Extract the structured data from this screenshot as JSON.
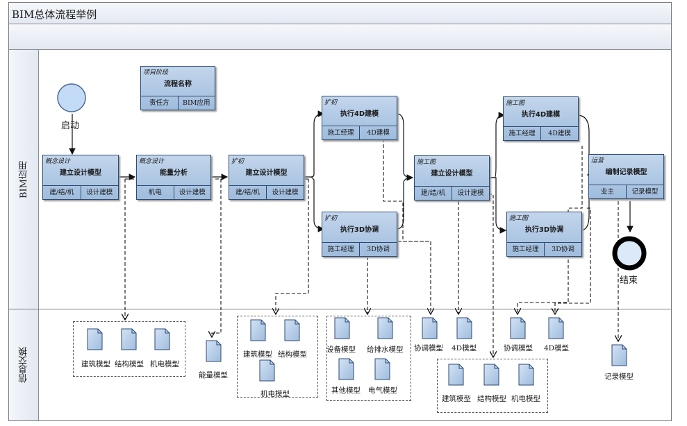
{
  "title": "BIM总体流程举例",
  "lanes": {
    "bim": "BIM应用",
    "info": "信息交换"
  },
  "events": {
    "start": "启动",
    "end": "结束"
  },
  "legend": {
    "stage": "项目阶段",
    "name": "流程名称",
    "left": "责任方",
    "right": "BIM应用"
  },
  "boxes": {
    "b1": {
      "stage": "概念设计",
      "name": "建立设计模型",
      "left": "建/结/机",
      "right": "设计建模"
    },
    "b2": {
      "stage": "概念设计",
      "name": "能量分析",
      "left": "机电",
      "right": "设计建模"
    },
    "b3": {
      "stage": "扩初",
      "name": "建立设计模型",
      "left": "建/结/机",
      "right": "设计建模"
    },
    "b4": {
      "stage": "扩初",
      "name": "执行4D建模",
      "left": "施工经理",
      "right": "4D建模"
    },
    "b5": {
      "stage": "扩初",
      "name": "执行3D协调",
      "left": "施工经理",
      "right": "3D协调"
    },
    "b6": {
      "stage": "施工图",
      "name": "建立设计模型",
      "left": "建/结/机",
      "right": "设计建模"
    },
    "b7": {
      "stage": "施工图",
      "name": "执行4D建模",
      "left": "施工经理",
      "right": "4D建模"
    },
    "b8": {
      "stage": "施工图",
      "name": "执行3D协调",
      "left": "施工经理",
      "right": "3D协调"
    },
    "b9": {
      "stage": "运营",
      "name": "编制记录模型",
      "left": "业主",
      "right": "记录模型"
    }
  },
  "docs": {
    "d1": "建筑模型",
    "d2": "结构模型",
    "d3": "机电模型",
    "d4": "能量模型",
    "d5": "建筑模型",
    "d6": "结构模型",
    "d7": "机电模型",
    "d8": "设备模型",
    "d9": "给排水模型",
    "d10": "其他模型",
    "d11": "电气模型",
    "d12": "协调模型",
    "d13": "4D模型",
    "d14": "建筑模型",
    "d15": "结构模型",
    "d16": "机电模型",
    "d17": "协调模型",
    "d18": "4D模型",
    "d19": "记录模型"
  },
  "colors": {
    "box_top": "#c3d6ec",
    "box_bottom": "#9fbcdd",
    "border": "#2d4a70",
    "start_fill": "#bcd6f5"
  }
}
